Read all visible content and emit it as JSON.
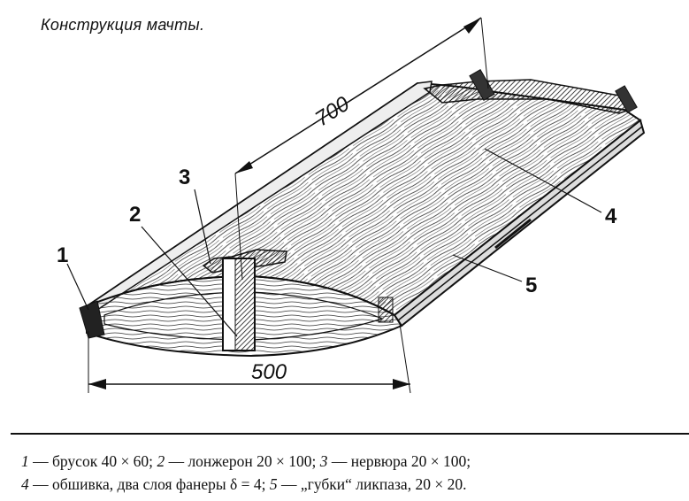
{
  "title": "Конструкция мачты.",
  "callouts": {
    "c1": "1",
    "c2": "2",
    "c3": "3",
    "c4": "4",
    "c5": "5"
  },
  "dimensions": {
    "length": "700",
    "width": "500"
  },
  "caption": {
    "line1": {
      "n1": "1",
      "t1": " — брусок 40 × 60; ",
      "n2": "2",
      "t2": " — лонжерон 20 × 100; ",
      "n3": "3",
      "t3": " — нервюра 20 × 100;"
    },
    "line2": {
      "n4": "4",
      "t4": " — обшивка, два слоя фанеры δ = 4; ",
      "n5": "5",
      "t5": " — „губки“ ликпаза, 20 × 20."
    }
  }
}
